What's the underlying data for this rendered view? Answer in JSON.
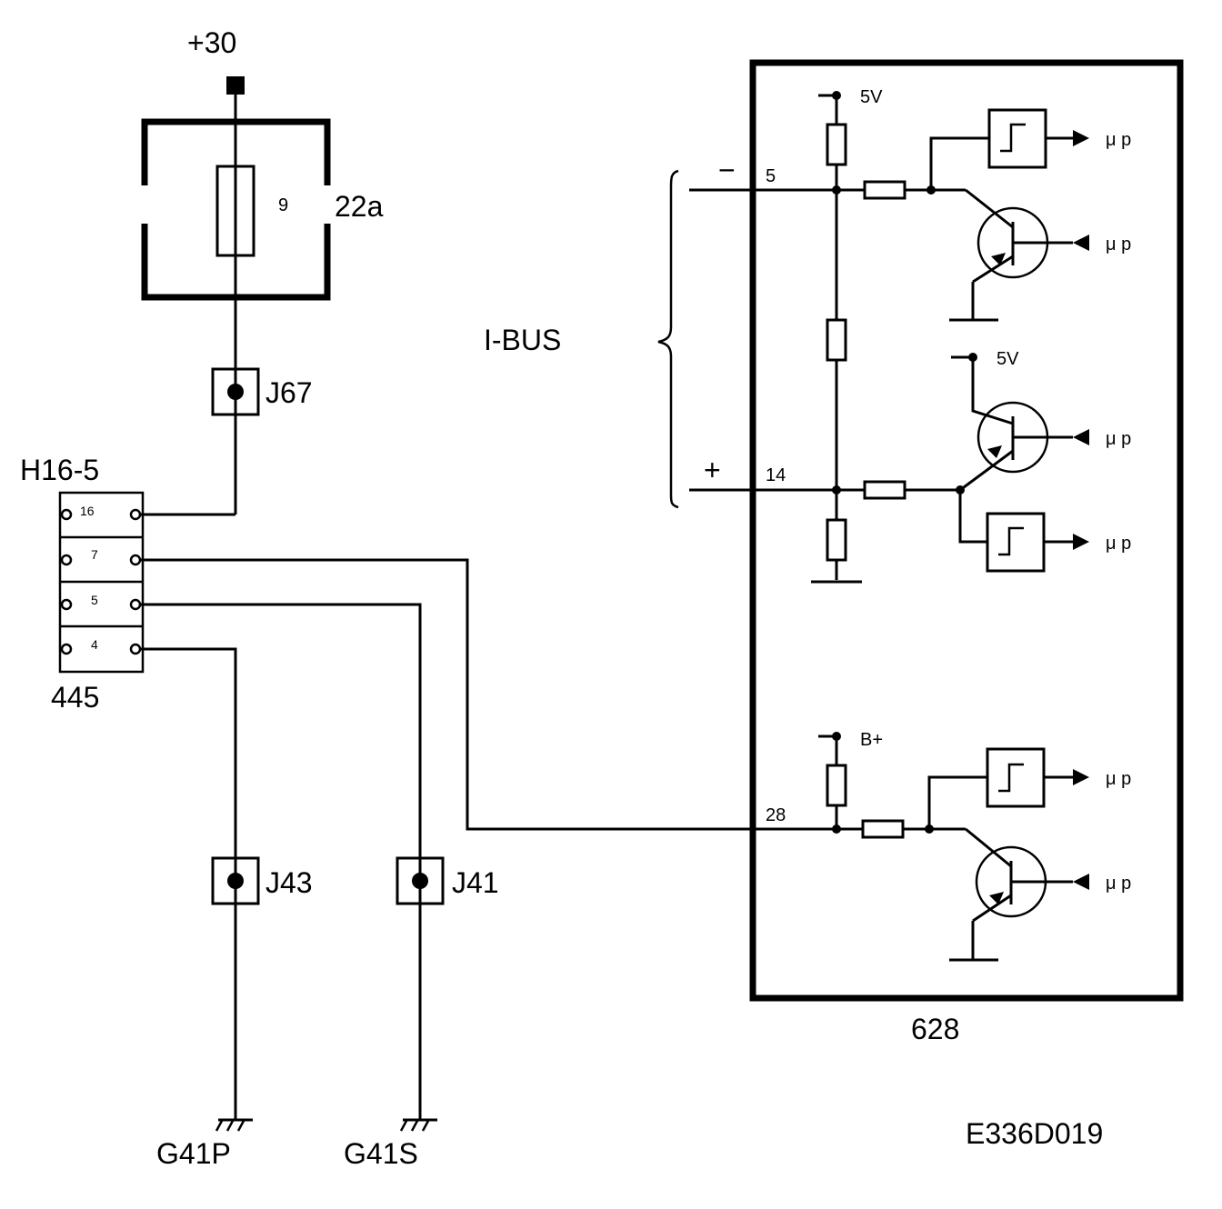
{
  "diagram": {
    "supply": "+30",
    "fuse": {
      "number": "9",
      "box": "22a"
    },
    "connectors": {
      "j67": "J67",
      "j43": "J43",
      "j41": "J41"
    },
    "plug": {
      "name": "H16-5",
      "part": "445",
      "pins": [
        "16",
        "7",
        "5",
        "4"
      ]
    },
    "grounds": {
      "p": "G41P",
      "s": "G41S"
    },
    "bus": {
      "label": "I-BUS",
      "minus": "−",
      "plus": "+"
    },
    "module": {
      "id": "628",
      "pins": {
        "a": "5",
        "b": "14",
        "c": "28"
      },
      "supplies": {
        "v5a": "5V",
        "v5b": "5V",
        "bplus": "B+"
      },
      "mcu": "μ p"
    },
    "figure_code": "E336D019"
  }
}
